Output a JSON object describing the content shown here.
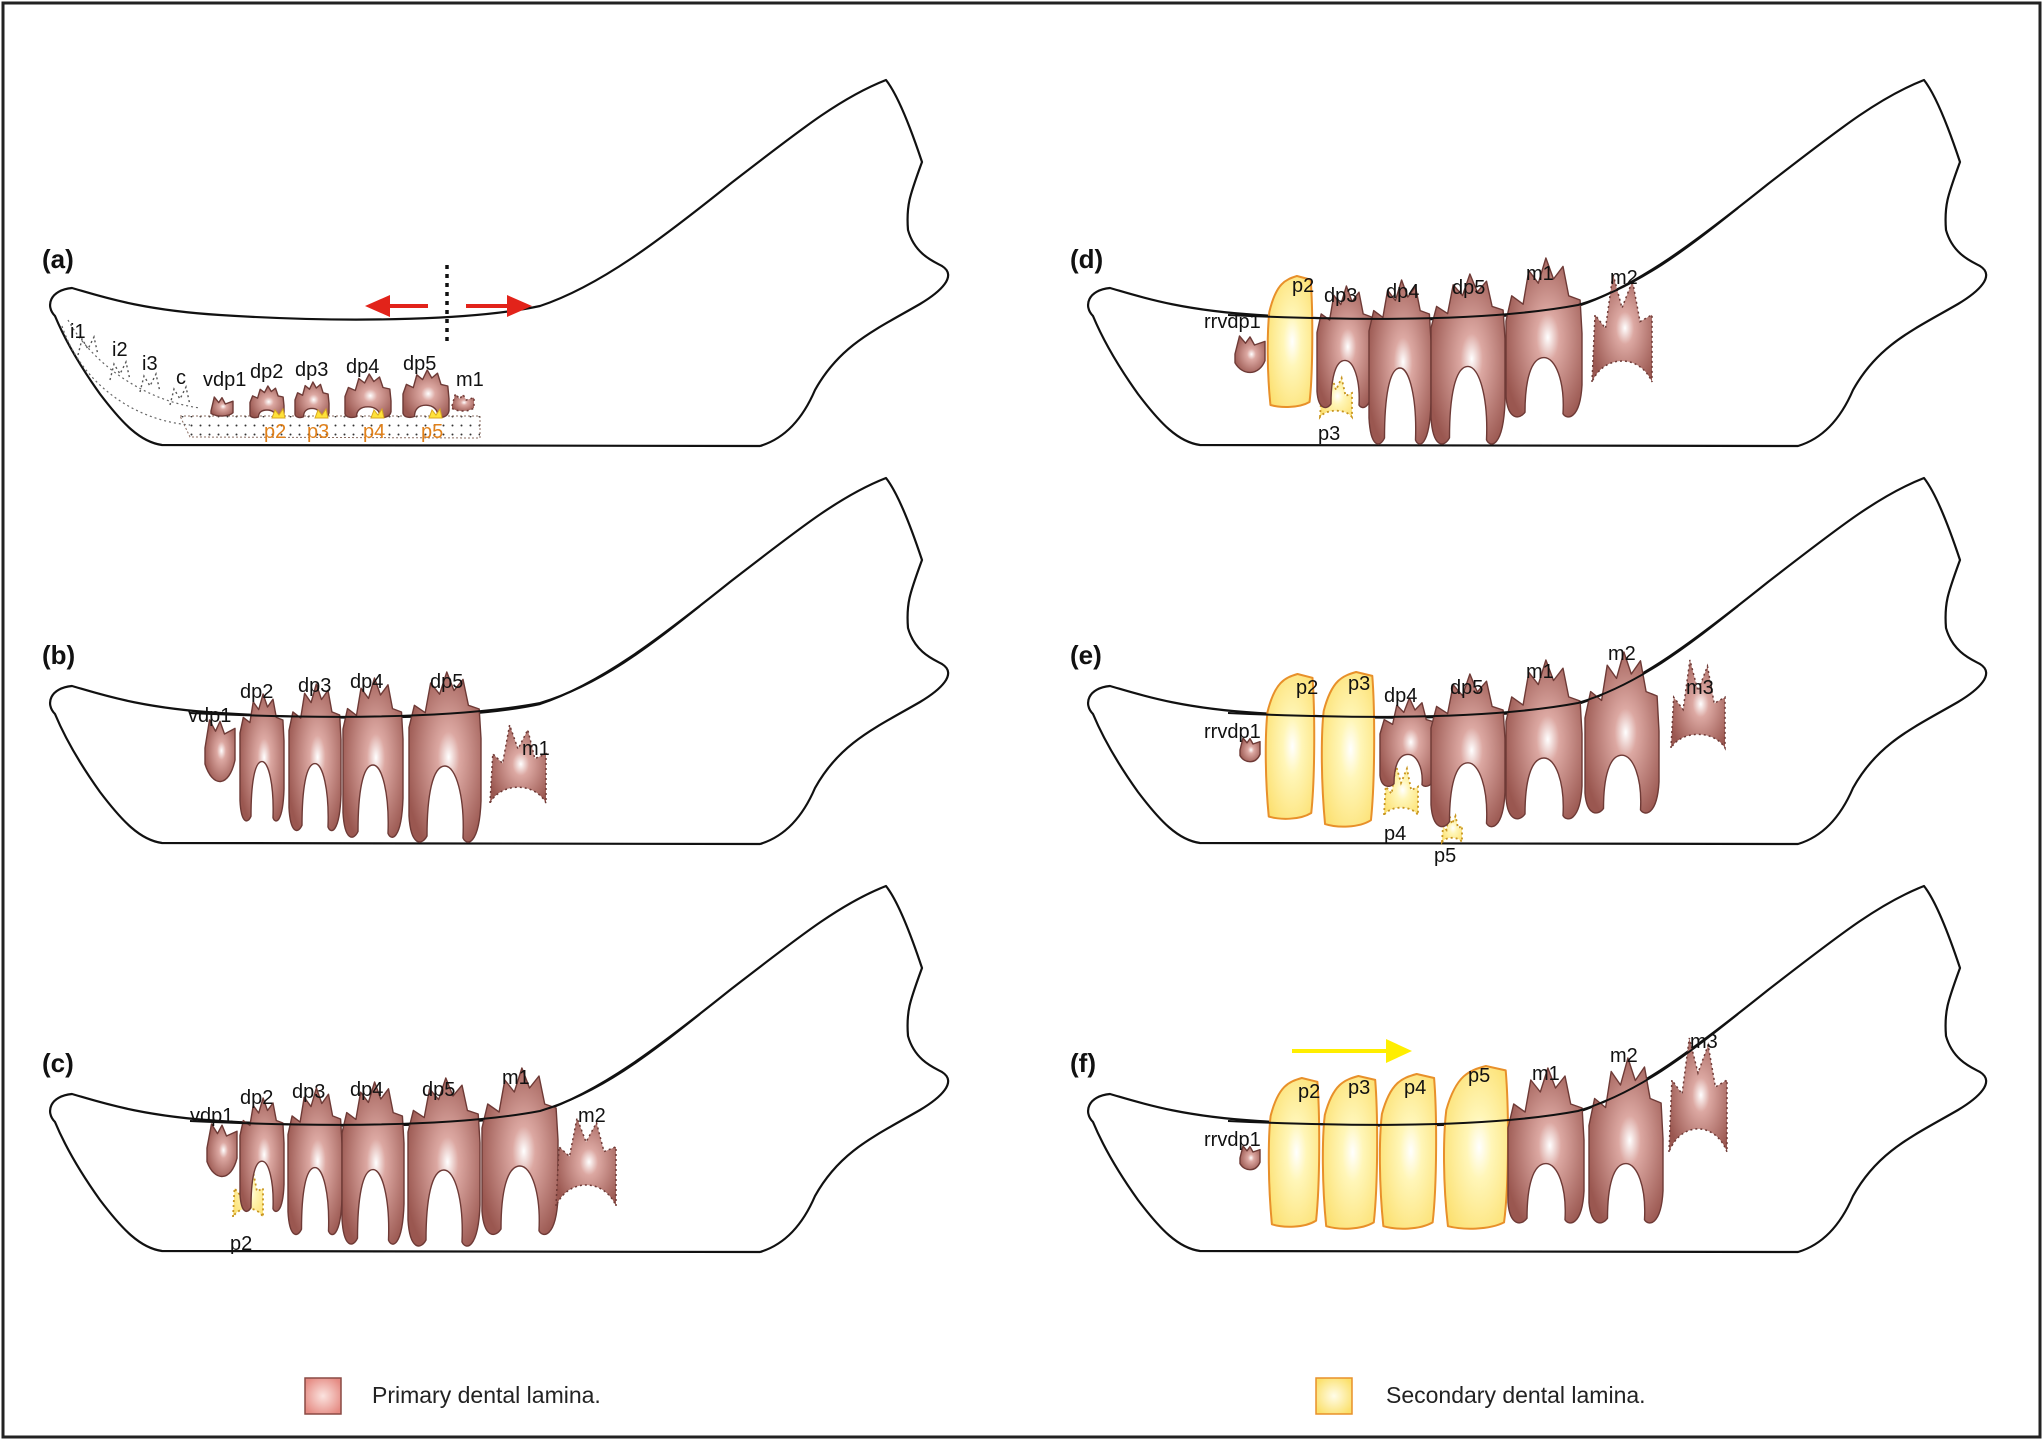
{
  "panels": [
    {
      "id": "a",
      "label": "(a)",
      "teeth": [
        "i1",
        "i2",
        "i3",
        "c",
        "vdp1",
        "dp2",
        "dp3",
        "dp4",
        "dp5",
        "m1"
      ],
      "permanent": [
        "p2",
        "p3",
        "p4",
        "p5"
      ]
    },
    {
      "id": "b",
      "label": "(b)",
      "teeth": [
        "vdp1",
        "dp2",
        "dp3",
        "dp4",
        "dp5",
        "m1"
      ]
    },
    {
      "id": "c",
      "label": "(c)",
      "teeth": [
        "vdp1",
        "dp2",
        "dp3",
        "dp4",
        "dp5",
        "m1",
        "m2"
      ],
      "permanent": [
        "p2"
      ]
    },
    {
      "id": "d",
      "label": "(d)",
      "teeth": [
        "rrvdp1",
        "dp3",
        "dp4",
        "dp5",
        "m1",
        "m2"
      ],
      "permanent": [
        "p2",
        "p3"
      ]
    },
    {
      "id": "e",
      "label": "(e)",
      "teeth": [
        "rrvdp1",
        "dp4",
        "dp5",
        "m1",
        "m2",
        "m3"
      ],
      "permanent": [
        "p2",
        "p3",
        "p4",
        "p5"
      ]
    },
    {
      "id": "f",
      "label": "(f)",
      "teeth": [
        "rrvdp1",
        "m1",
        "m2",
        "m3"
      ],
      "permanent": [
        "p2",
        "p3",
        "p4",
        "p5"
      ]
    }
  ],
  "legend": {
    "primary": {
      "label": "Primary dental lamina.",
      "color": "#e8a19a"
    },
    "secondary": {
      "label": "Secondary dental lamina.",
      "color": "#fbe98a"
    }
  },
  "colors": {
    "primary_tooth": "#a8645e",
    "primary_tooth_highlight": "#ffffff",
    "secondary_tooth": "#fde87a",
    "secondary_outline": "#e8902a",
    "growth_arrows": "#e2231a",
    "eruption_arrow": "#ffee00"
  },
  "arrows": [
    {
      "panel": "a",
      "meaning": "bidirectional growth from a central point",
      "color": "red"
    },
    {
      "panel": "f",
      "meaning": "direction of replacement",
      "color": "yellow"
    }
  ]
}
